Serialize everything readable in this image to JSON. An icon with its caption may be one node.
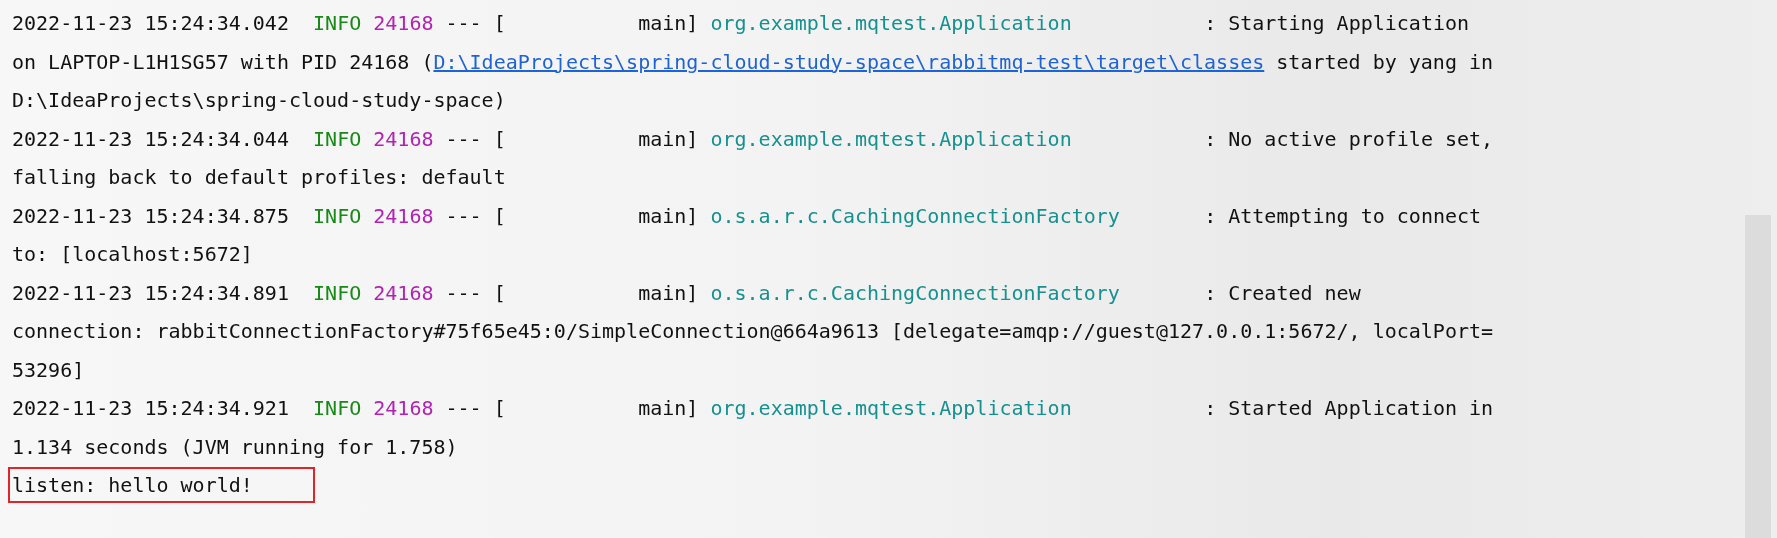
{
  "diagram": {
    "labels": [
      "2022-11-23 15:24:34.042",
      "INFO",
      "24168",
      "---",
      "[",
      "main]",
      "org.example.mqtest.Application",
      ": Starting Application on LAPTOP-L1H1SG57 with PID 24168 (",
      "D:\\IdeaProjects\\spring-cloud-study-space\\rabbitmq-test\\target\\classes",
      "started by yang in D:\\IdeaProjects\\spring-cloud-study-space)",
      "2022-11-23 15:24:34.044",
      "INFO",
      "24168",
      "---",
      "[",
      "main]",
      "org.example.mqtest.Application",
      ": No active profile set, falling back to default profiles: default",
      "2022-11-23 15:24:34.875",
      "INFO",
      "24168",
      "---",
      "[",
      "main]",
      "o.s.a.r.c.CachingConnectionFactory",
      ": Attempting to connect to: [localhost:5672]",
      "2022-11-23 15:24:34.891",
      "INFO",
      "24168",
      "---",
      "[",
      "main]",
      "o.s.a.r.c.CachingConnectionFactory",
      ": Created new connection: rabbitConnectionFactory#75f65e45:0/SimpleConnection@664a9613 [delegate=amqp://guest@127.0.0.1:5672/, localPort= 53296]",
      "2022-11-23 15:24:34.921",
      "INFO",
      "24168",
      "---",
      "[",
      "main]",
      "org.example.mqtest.Application",
      ": Started Application in 1.134 seconds (JVM running for 1.758)",
      "listen: hello world!"
    ]
  }
}
